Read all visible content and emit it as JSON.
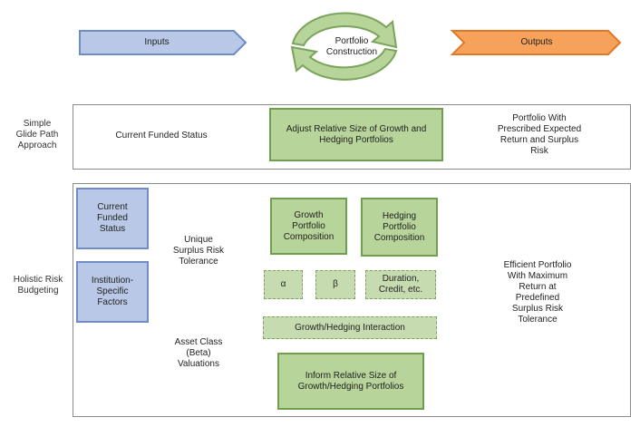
{
  "header": {
    "inputs_label": "Inputs",
    "construction_label": "Portfolio\nConstruction",
    "outputs_label": "Outputs"
  },
  "simple": {
    "row_label": "Simple\nGlide Path\nApproach",
    "input": "Current Funded Status",
    "process": "Adjust Relative Size of Growth and\nHedging Portfolios",
    "output": "Portfolio With\nPrescribed Expected\nReturn and Surplus\nRisk"
  },
  "holistic": {
    "row_label": "Holistic Risk\nBudgeting",
    "funded_status": "Current\nFunded\nStatus",
    "institution_factors": "Institution-\nSpecific\nFactors",
    "risk_tolerance": "Unique\nSurplus Risk\nTolerance",
    "asset_class": "Asset Class\n(Beta)\nValuations",
    "growth_composition": "Growth\nPortfolio\nComposition",
    "hedging_composition": "Hedging\nPortfolio\nComposition",
    "alpha": "α",
    "beta": "β",
    "duration_credit": "Duration,\nCredit, etc.",
    "interaction": "Growth/Hedging Interaction",
    "inform": "Inform Relative Size of\nGrowth/Hedging Portfolios",
    "output": "Efficient Portfolio\nWith Maximum\nReturn at\nPredefined\nSurplus Risk\nTolerance"
  },
  "colors": {
    "blue_fill": "#b8c8e6",
    "blue_stroke": "#6f8cc4",
    "green_fill": "#b7d49a",
    "green_stroke": "#6f9f4e",
    "orange_fill": "#f6a25a",
    "orange_stroke": "#e0782a"
  }
}
